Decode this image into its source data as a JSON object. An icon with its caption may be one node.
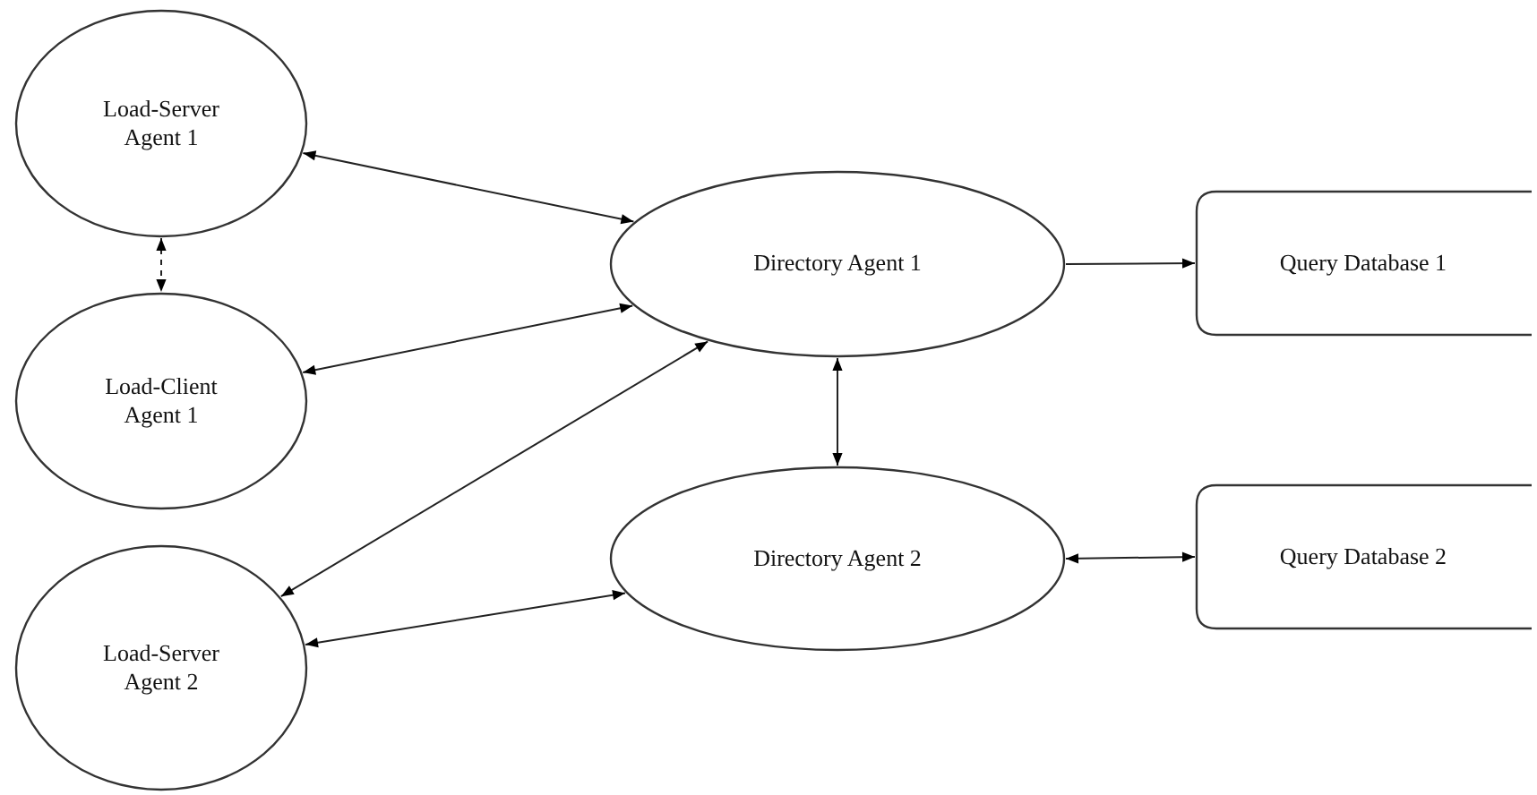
{
  "diagram": {
    "nodes": [
      {
        "text": [
          "Load-Server Agent 1"
        ]
      },
      {
        "text": [
          "Load-Client Agent 1"
        ]
      },
      {
        "text": [
          "Load-Server Agent 2"
        ]
      },
      {
        "text": [
          "Directory Agent 1"
        ]
      },
      {
        "text": [
          "Directory Agent 2"
        ]
      },
      {
        "text": [
          "Query Database 1"
        ]
      },
      {
        "text": [
          "Query Database 2"
        ]
      }
    ],
    "edges": [
      {
        "from": 0,
        "to": 3,
        "arrow": "both"
      },
      {
        "from": 0,
        "to": 1,
        "arrow": "both",
        "style": "dashed"
      },
      {
        "from": 1,
        "to": 3,
        "arrow": "both"
      },
      {
        "from": 2,
        "to": 3,
        "arrow": "both"
      },
      {
        "from": 2,
        "to": 4,
        "arrow": "both"
      },
      {
        "from": 3,
        "to": 5,
        "arrow": "to"
      },
      {
        "from": 3,
        "to": 4,
        "arrow": "both"
      },
      {
        "from": 4,
        "to": 6,
        "arrow": "both"
      }
    ]
  }
}
